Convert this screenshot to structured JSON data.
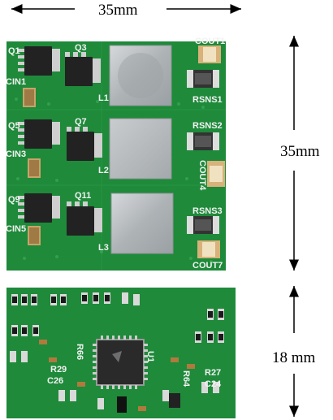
{
  "dimensions": {
    "top_width": "35mm",
    "top_height": "35mm",
    "bottom_height": "18 mm"
  },
  "top_board_labels": {
    "q1": "Q1",
    "q3": "Q3",
    "q5": "Q5",
    "q7": "Q7",
    "q9": "Q9",
    "q11": "Q11",
    "cin1": "CIN1",
    "cin3": "CIN3",
    "cin5": "CIN5",
    "l1": "L1",
    "l2": "L2",
    "l3": "L3",
    "rsns1": "RSNS1",
    "rsns2": "RSNS2",
    "rsns3": "RSNS3",
    "cout1": "COUT1",
    "cout4": "COUT4",
    "cout7": "COUT7"
  },
  "bottom_board_labels": {
    "r29": "R29",
    "r66": "R66",
    "c26": "C26",
    "u1": "U1",
    "r64": "R64",
    "r27": "R27",
    "c24": "C24"
  },
  "colors": {
    "pcb": "#1e8a3a",
    "pcb_dark": "#136b2a",
    "inductor": "#b9bdc0",
    "silkscreen": "#f2f2f2"
  }
}
